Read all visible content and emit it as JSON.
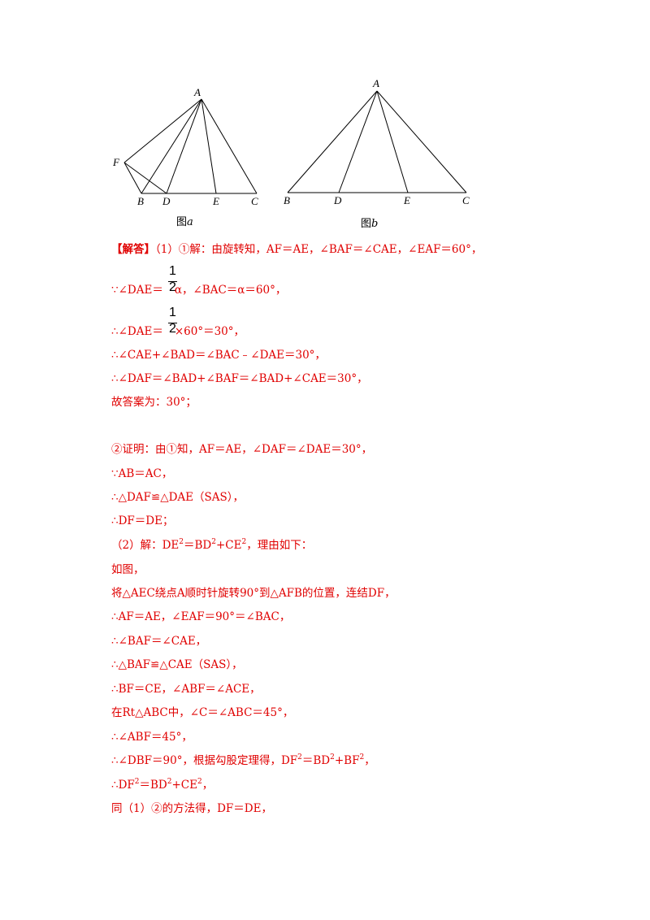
{
  "figures": {
    "a": {
      "caption_prefix": "图",
      "caption_var": "a",
      "points": {
        "A": "A",
        "F": "F",
        "B": "B",
        "D": "D",
        "E": "E",
        "C": "C"
      }
    },
    "b": {
      "caption_prefix": "图",
      "caption_var": "b",
      "points": {
        "A": "A",
        "B": "B",
        "D": "D",
        "E": "E",
        "C": "C"
      }
    }
  },
  "solution": {
    "header": "【解答】",
    "l1": "（1）①解：由旋转知，AF＝AE，∠BAF＝∠CAE，∠EAF＝60°，",
    "frac_num": "1",
    "frac_den": "2",
    "l2a": "∵∠DAE＝",
    "l2b": "α，∠BAC＝α＝60°，",
    "l3a": "∴∠DAE＝",
    "l3b": "×60°＝30°，",
    "l4": "∴∠CAE+∠BAD＝∠BAC﹣∠DAE＝30°，",
    "l5": "∴∠DAF＝∠BAD+∠BAF＝∠BAD+∠CAE＝30°，",
    "l6": "故答案为：30°；",
    "l7": "②证明：由①知，AF＝AE，∠DAF＝∠DAE＝30°，",
    "l8": "∵AB＝AC，",
    "l9": "∴△DAF≌△DAE（SAS），",
    "l10": "∴DF＝DE；",
    "l11a": "（2）解：DE",
    "l11b": "＝BD",
    "l11c": "+CE",
    "l11d": "，理由如下：",
    "sup2": "2",
    "l12": "如图，",
    "l13": "将△AEC绕点A顺时针旋转90°到△AFB的位置，连结DF，",
    "l14": "∴AF＝AE，∠EAF＝90°＝∠BAC，",
    "l15": "∴∠BAF＝∠CAE，",
    "l16": "∴△BAF≌△CAE（SAS），",
    "l17": "∴BF＝CE，∠ABF＝∠ACE，",
    "l18": "在Rt△ABC中，∠C＝∠ABC＝45°，",
    "l19": "∴∠ABF＝45°，",
    "l20a": "∴∠DBF＝90°，根据勾股定理得，DF",
    "l20b": "＝BD",
    "l20c": "+BF",
    "l20d": "，",
    "l21a": "∴DF",
    "l21b": "＝BD",
    "l21c": "+CE",
    "l21d": "，",
    "l22": "同（1）②的方法得，DF＝DE，"
  }
}
